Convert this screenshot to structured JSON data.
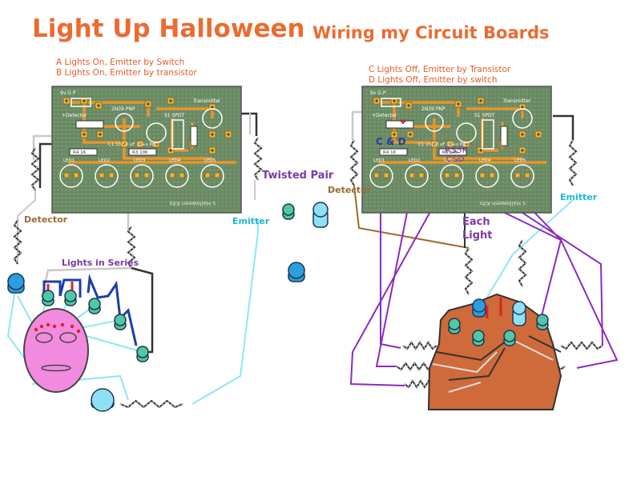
{
  "header": {
    "title": "Light Up Halloween",
    "subtitle": "Wiring my Circuit Boards"
  },
  "notes": {
    "left_a": "A Lights On, Emitter by Switch",
    "left_b": "B Lights On, Emitter by transistor",
    "right_c": "C Lights Off, Emitter by Transistor",
    "right_d": "D Lights Off, Emitter by switch"
  },
  "board": {
    "power": "9v G P",
    "detector": "+Detector",
    "pnp": "2N39 PNP",
    "switch": "S1 SPDT",
    "transmitter": "Transmitter",
    "leds": [
      "LED1",
      "LED2",
      "LED3",
      "LED4",
      "LED5"
    ],
    "r1": "R4 1K",
    "r2": "R3 10K",
    "chip": "C1 10-50 uF 16+v Ppt",
    "sig": "s Halloween Kits"
  },
  "right_board_marks": {
    "cd": "C & D",
    "r33k": "R33K",
    "cd2": "C&D"
  },
  "labels": {
    "twisted_pair": "Twisted Pair",
    "detector_left": "Detector",
    "detector_right": "Detector",
    "emitter_left": "Emitter",
    "emitter_right": "Emitter",
    "lights_series": "Lights in Series",
    "each_light_1": "Each",
    "each_light_2": "Light"
  },
  "colors": {
    "title": "#ec6b30",
    "board": "#6a8a64",
    "trace": "#e8962a",
    "wire_gray": "#c8c8c8",
    "wire_black": "#333333",
    "wire_cyan": "#8ee6f5",
    "wire_purple": "#8a2bc0",
    "wire_brown": "#a06a2c",
    "wire_blue": "#1c3ea8",
    "led": "#4fc9a4",
    "face": "#f28ae0",
    "pumpkin": "#cf6a3a",
    "label_purple": "#7a3aa6",
    "label_brown": "#9a6a32",
    "label_cyan": "#1fb8d8"
  }
}
